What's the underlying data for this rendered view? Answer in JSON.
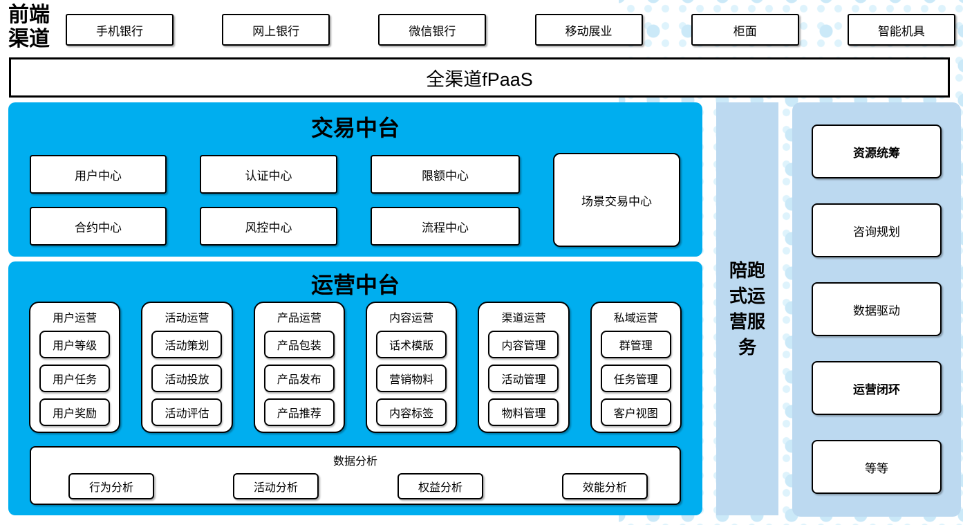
{
  "colors": {
    "primary_blue": "#00AEEF",
    "light_blue": "#BCD9F0",
    "dot_blue": "#CBE9F8"
  },
  "front_channels": {
    "label": "前端渠道",
    "items": [
      "手机银行",
      "网上银行",
      "微信银行",
      "移动展业",
      "柜面",
      "智能机具"
    ]
  },
  "fpaas_bar": {
    "label": "全渠道fPaaS"
  },
  "trade_platform": {
    "title": "交易中台",
    "centers": [
      "用户中心",
      "认证中心",
      "限额中心",
      "合约中心",
      "风控中心",
      "流程中心"
    ],
    "scene_center": "场景交易中心"
  },
  "ops_platform": {
    "title": "运营中台",
    "groups": [
      {
        "title": "用户运营",
        "items": [
          "用户等级",
          "用户任务",
          "用户奖励"
        ]
      },
      {
        "title": "活动运营",
        "items": [
          "活动策划",
          "活动投放",
          "活动评估"
        ]
      },
      {
        "title": "产品运营",
        "items": [
          "产品包装",
          "产品发布",
          "产品推荐"
        ]
      },
      {
        "title": "内容运营",
        "items": [
          "话术模版",
          "营销物料",
          "内容标签"
        ]
      },
      {
        "title": "渠道运营",
        "items": [
          "内容管理",
          "活动管理",
          "物料管理"
        ]
      },
      {
        "title": "私域运营",
        "items": [
          "群管理",
          "任务管理",
          "客户视图"
        ]
      }
    ],
    "data_analysis": {
      "title": "数据分析",
      "items": [
        "行为分析",
        "活动分析",
        "权益分析",
        "效能分析"
      ]
    }
  },
  "companion_bar": {
    "label": "陪跑式运营服务"
  },
  "service_panel": {
    "items": [
      {
        "label": "资源统筹",
        "bold": true
      },
      {
        "label": "咨询规划",
        "bold": false
      },
      {
        "label": "数据驱动",
        "bold": false
      },
      {
        "label": "运营闭环",
        "bold": true
      },
      {
        "label": "等等",
        "bold": false
      }
    ]
  }
}
